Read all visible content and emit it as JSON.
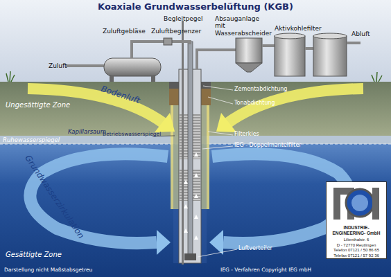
{
  "diagram": {
    "title": "Koaxiale Grundwasserbelüftung (KGB)",
    "nodes": [
      {
        "text": [
          "INDUSTRIE- ENGINEERING- GmbH",
          "Lilienthalstr. 6",
          "D - 72770 Reutlingen",
          "Telefon 07121 / 50 86 65",
          "Telefax 07121 / 57 92 36"
        ]
      }
    ],
    "labels": [
      "Zuluftgebläse",
      "Zuluftbegrenzer",
      "Begleitpegel",
      "Absauganlage mit Wasserabscheider",
      "Aktivkohlefilter",
      "Abluft",
      "Zuluft",
      "Zementabdichtung",
      "Tonabdichtung",
      "Ungesättigte Zone",
      "Bodenluft",
      "Ruhewasserspiegel",
      "Kapillarsaum",
      "Betriebswasserspiegel",
      "Filterkies",
      "IEG - Doppelmantelfilter",
      "Grundwasserzirkulation",
      "Gesättigte Zone",
      "Luftverteiler",
      "Darstellung nicht Maßstabsgetreu",
      "IEG - Verfahren Copyright IEG mbH"
    ]
  }
}
